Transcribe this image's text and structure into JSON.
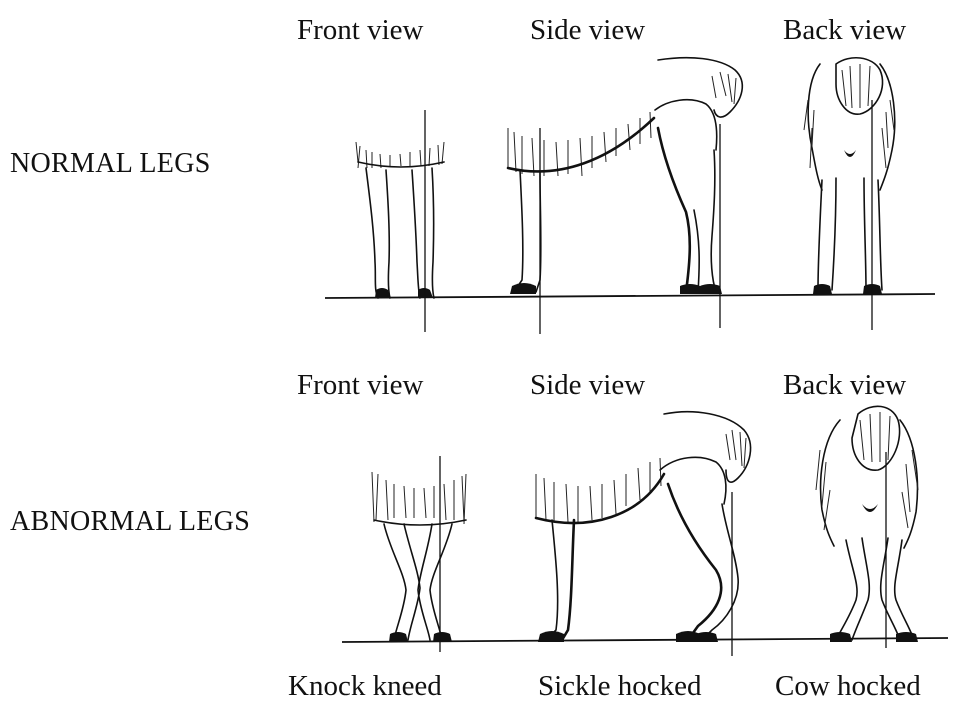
{
  "normal": {
    "row_label": "NORMAL LEGS",
    "front_label": "Front view",
    "side_label": "Side view",
    "back_label": "Back view"
  },
  "abnormal": {
    "row_label": "ABNORMAL LEGS",
    "front_label": "Front view",
    "side_label": "Side view",
    "back_label": "Back view",
    "front_caption": "Knock kneed",
    "side_caption": "Sickle hocked",
    "back_caption": "Cow hocked"
  }
}
